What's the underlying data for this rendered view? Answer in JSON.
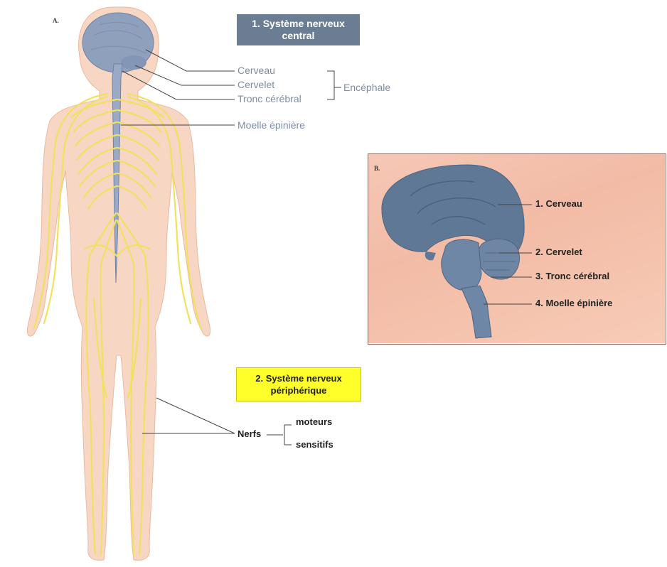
{
  "panel_a": {
    "letter": "A.",
    "central_box": {
      "line1": "1. Système nerveux",
      "line2": "central"
    },
    "labels": {
      "cerveau": "Cerveau",
      "cervelet": "Cervelet",
      "tronc": "Tronc cérébral",
      "encephale": "Encéphale",
      "moelle": "Moelle épinière"
    },
    "peripheral_box": {
      "line1": "2. Système nerveux",
      "line2": "périphérique"
    },
    "nerfs": {
      "label": "Nerfs",
      "moteurs": "moteurs",
      "sensitifs": "sensitifs"
    }
  },
  "panel_b": {
    "letter": "B.",
    "labels": {
      "cerveau": "1. Cerveau",
      "cervelet": "2. Cervelet",
      "tronc": "3. Tronc cérébral",
      "moelle": "4. Moelle épinière"
    }
  },
  "colors": {
    "skin": "#f7d6c4",
    "nerve": "#f2e060",
    "cns": "#8fa0bd",
    "central_box": "#6b7d93",
    "peripheral_box": "#ffff2a",
    "panel_b_bg": "#f3bfa9",
    "brain_b": "#5f7896"
  }
}
